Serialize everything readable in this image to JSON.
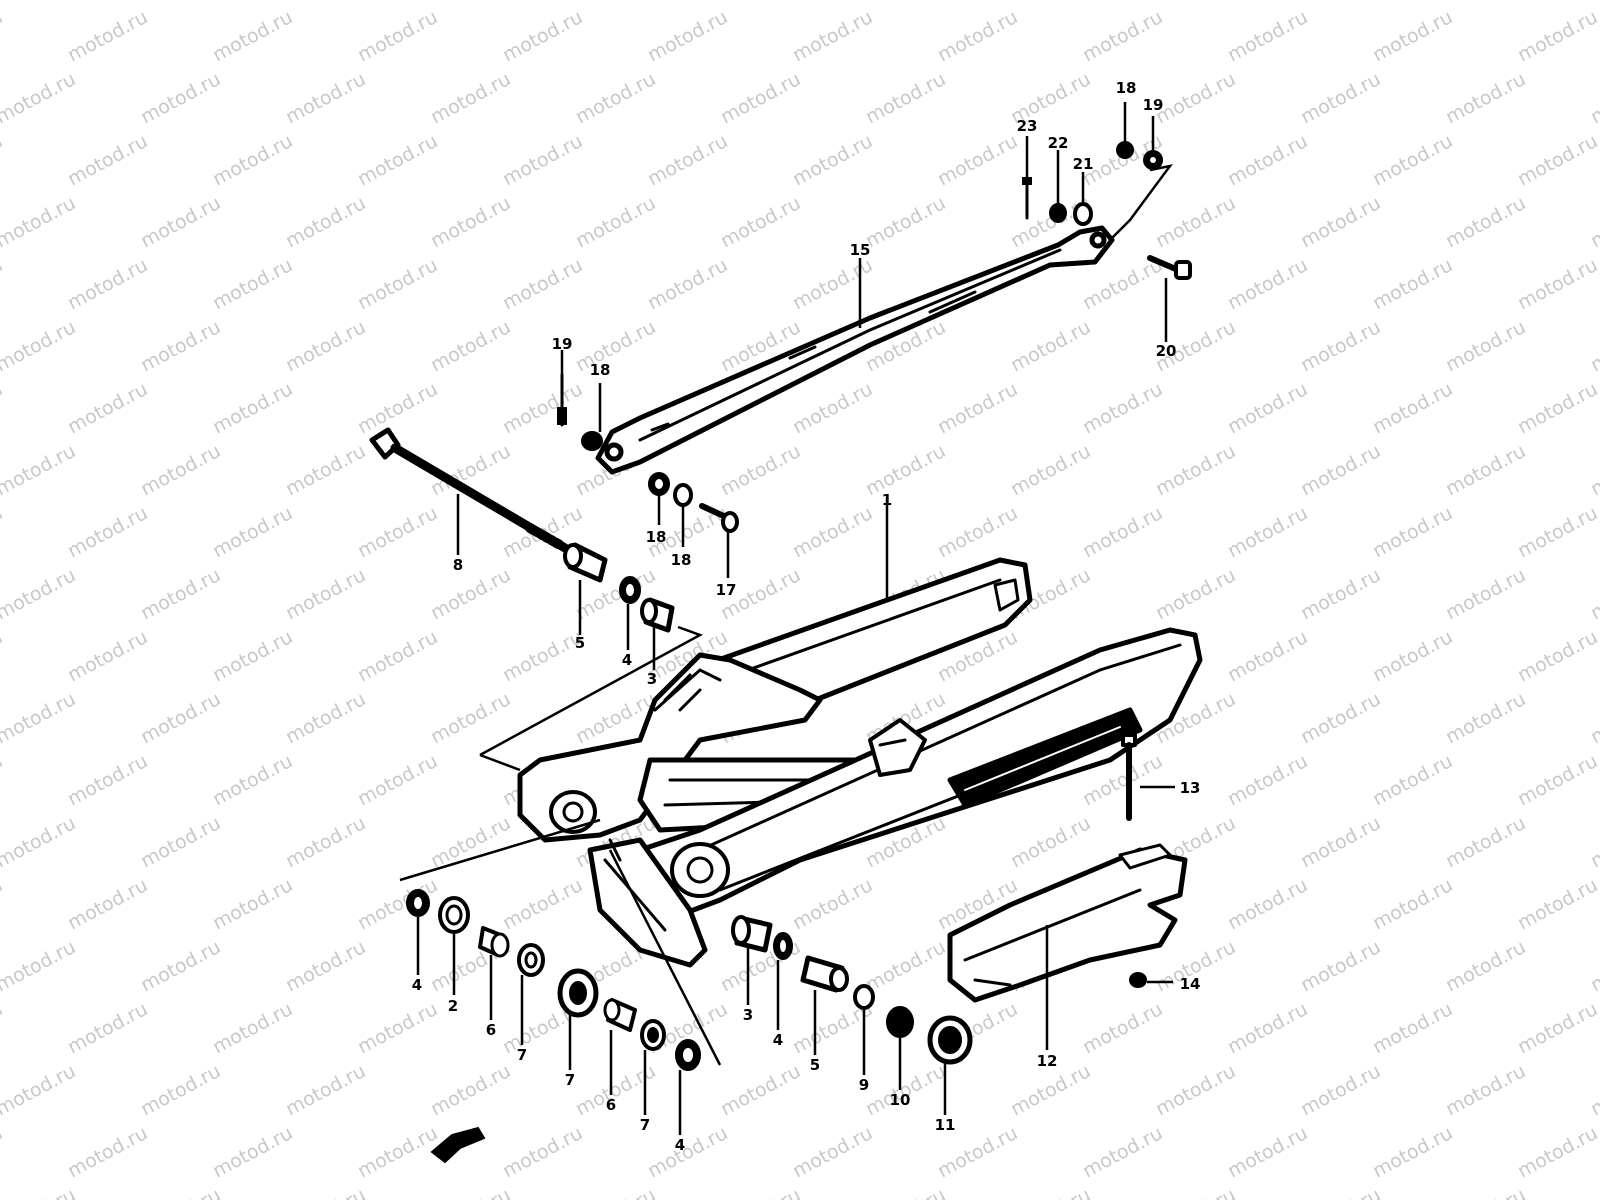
{
  "watermark": {
    "text": "motod.ru",
    "color": "#c8c8c8"
  },
  "callouts": [
    {
      "id": "c23",
      "text": "23"
    },
    {
      "id": "c22",
      "text": "22"
    },
    {
      "id": "c21",
      "text": "21"
    },
    {
      "id": "c18a",
      "text": "18"
    },
    {
      "id": "c19a",
      "text": "19"
    },
    {
      "id": "c15",
      "text": "15"
    },
    {
      "id": "c20",
      "text": "20"
    },
    {
      "id": "c19b",
      "text": "19"
    },
    {
      "id": "c18b",
      "text": "18"
    },
    {
      "id": "c18c",
      "text": "18"
    },
    {
      "id": "c18d",
      "text": "18"
    },
    {
      "id": "c17",
      "text": "17"
    },
    {
      "id": "c8",
      "text": "8"
    },
    {
      "id": "c1",
      "text": "1"
    },
    {
      "id": "c5a",
      "text": "5"
    },
    {
      "id": "c4a",
      "text": "4"
    },
    {
      "id": "c3a",
      "text": "3"
    },
    {
      "id": "c13",
      "text": "13"
    },
    {
      "id": "c14",
      "text": "14"
    },
    {
      "id": "c12",
      "text": "12"
    },
    {
      "id": "c4b",
      "text": "4"
    },
    {
      "id": "c2",
      "text": "2"
    },
    {
      "id": "c6a",
      "text": "6"
    },
    {
      "id": "c7a",
      "text": "7"
    },
    {
      "id": "c7b",
      "text": "7"
    },
    {
      "id": "c6b",
      "text": "6"
    },
    {
      "id": "c7c",
      "text": "7"
    },
    {
      "id": "c4c",
      "text": "4"
    },
    {
      "id": "c3b",
      "text": "3"
    },
    {
      "id": "c4d",
      "text": "4"
    },
    {
      "id": "c5b",
      "text": "5"
    },
    {
      "id": "c9",
      "text": "9"
    },
    {
      "id": "c10",
      "text": "10"
    },
    {
      "id": "c11",
      "text": "11"
    }
  ]
}
